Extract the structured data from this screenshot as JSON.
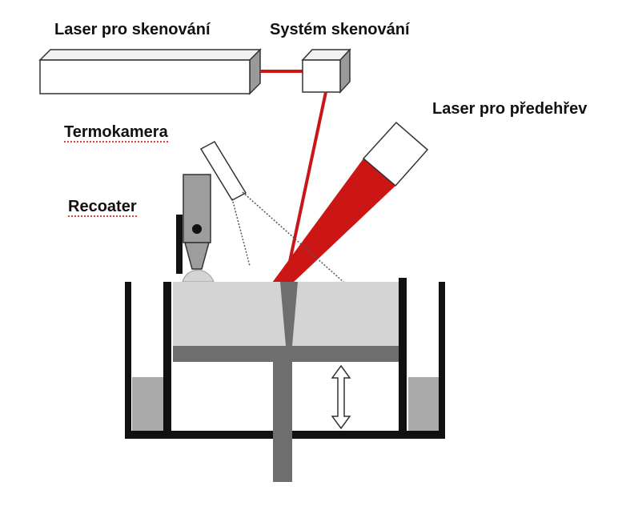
{
  "labels": {
    "scan_laser": "Laser pro skenování",
    "scan_system": "Systém skenování",
    "preheat_laser": "Laser pro předehřev",
    "thermal_camera": "Termokamera",
    "recoater": "Recoater"
  },
  "colors": {
    "laser_red": "#cc1616",
    "powder_gray": "#d4d4d4",
    "part_gray": "#6e6e6e",
    "wall_black": "#111111",
    "overflow_gray": "#aaaaaa"
  }
}
